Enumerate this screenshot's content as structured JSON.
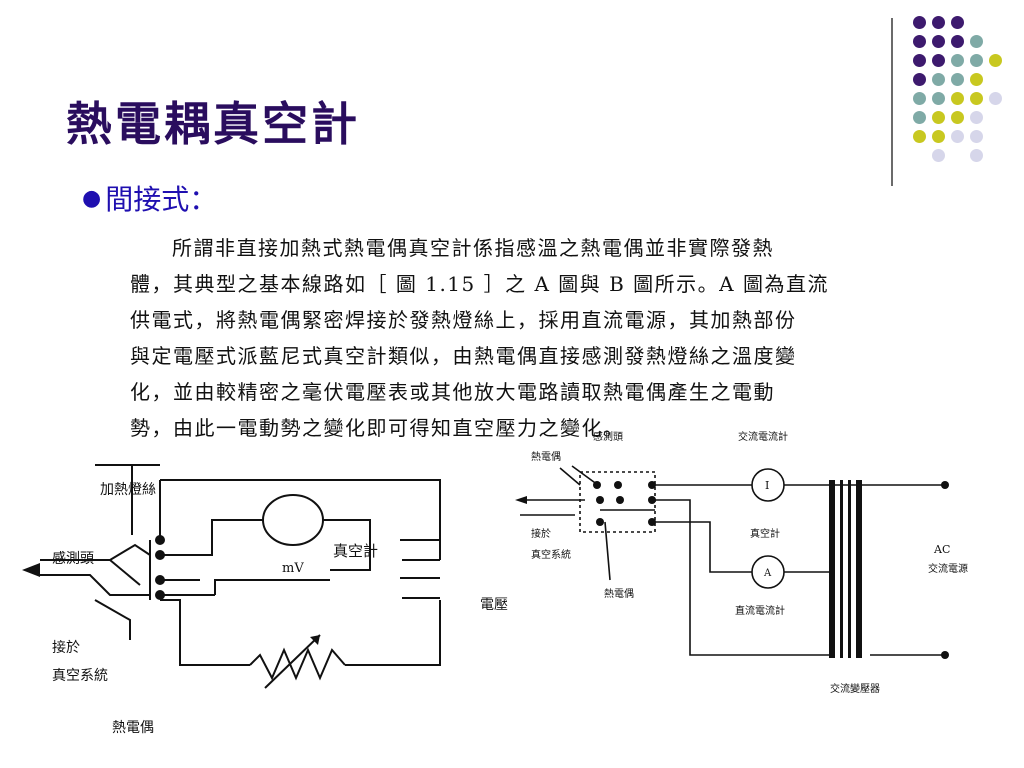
{
  "slide": {
    "title": "熱電耦真空計",
    "bullet": "間接式：",
    "paragraph_lines": [
      "所謂非直接加熱式熱電偶真空計係指感溫之熱電偶並非實際發熱",
      "體，其典型之基本線路如［ 圖 1.15 ］之 A 圖與 B 圖所示。A 圖為直流",
      "供電式，將熱電偶緊密焊接於發熱燈絲上，採用直流電源，其加熱部份",
      "與定電壓式派藍尼式真空計類似，由熱電偶直接感測發熱燈絲之溫度變",
      "化，並由較精密之毫伏電壓表或其他放大電路讀取熱電偶產生之電動",
      "勢，由此一電動勢之變化即可得知直空壓力之變化。"
    ]
  },
  "decor": {
    "colors": {
      "purple": "#3d1a6e",
      "teal": "#7faaa6",
      "yellow": "#c8c820",
      "lavender": "#d6d6ea",
      "rule": "#6b6b6b",
      "title": "#2a0d5e",
      "bullet": "#1f0fb0"
    }
  },
  "diagram_a": {
    "heater": "加熱燈絲",
    "sensor": "感測頭",
    "meter": "mV",
    "gauge": "真空計",
    "voltage": "電壓",
    "connect_line1": "接於",
    "connect_line2": "真空系統",
    "thermocouple": "熱電偶"
  },
  "diagram_b": {
    "sensor": "感測頭",
    "ac_meter_label": "交流電流計",
    "thermocouple_top": "熱電偶",
    "meter_i": "I",
    "gauge": "真空計",
    "meter_a": "A",
    "dc_meter_label": "直流電流計",
    "connect_line1": "接於",
    "connect_line2": "真空系統",
    "thermocouple_bottom": "熱電偶",
    "ac": "AC",
    "ac_source": "交流電源",
    "transformer": "交流變壓器"
  }
}
